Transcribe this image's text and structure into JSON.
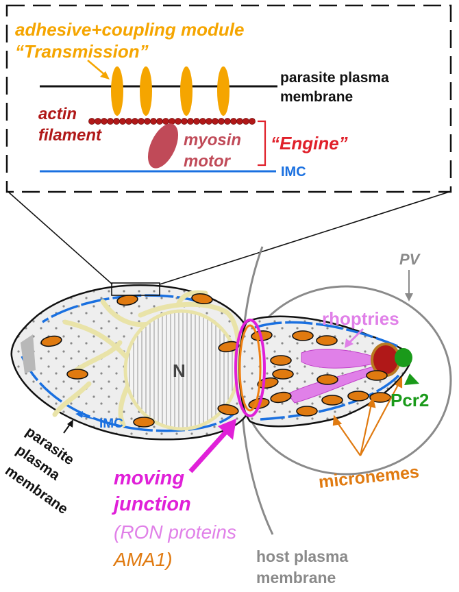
{
  "inset": {
    "module_line1": "adhesive+coupling module",
    "module_line2": "“Transmission”",
    "plasma_line1": "parasite plasma",
    "plasma_line2": "membrane",
    "actin_line1": "actin",
    "actin_line2": "filament",
    "myosin_line1": "myosin",
    "myosin_line2": "motor",
    "engine": "“Engine”",
    "imc": "IMC"
  },
  "cell": {
    "nucleus": "N",
    "imc": "IMC",
    "pv": "PV",
    "rhoptries": "rhoptries",
    "pcr2": "Pcr2",
    "micronemes": "micronemes",
    "parasite_membrane": [
      "parasite",
      "plasma",
      "membrane"
    ],
    "moving_junction_line1": "moving",
    "moving_junction_line2": "junction",
    "ron_line1": "(RON proteins",
    "ama1": "AMA1)",
    "host_line1": "host plasma",
    "host_line2": "membrane"
  },
  "colors": {
    "transmission": "#f5a500",
    "actin": "#b01818",
    "myosin": "#c04a58",
    "engine": "#e0202a",
    "imc": "#1a70e0",
    "rhoptries": "#e080e8",
    "junction": "#e020d8",
    "micronemes": "#e07a10",
    "pcr2": "#1a9a1a",
    "host": "#909090",
    "body_fill": "#efefef",
    "er": "#f1edc0"
  }
}
